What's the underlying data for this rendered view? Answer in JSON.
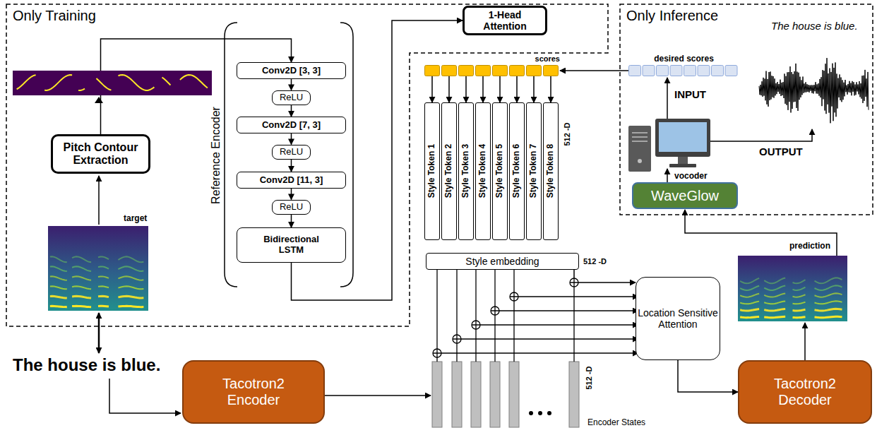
{
  "diagram": {
    "nodes": [
      {
        "text": [
          "Only Training"
        ]
      },
      {
        "text": [
          "Pitch Contour Extraction"
        ],
        "in": 0
      },
      {
        "text": [
          "Reference Encoder"
        ],
        "in": 0
      },
      {
        "text": [
          "Conv2D [3, 3]"
        ],
        "in": 2
      },
      {
        "text": [
          "ReLU"
        ],
        "in": 2
      },
      {
        "text": [
          "Conv2D [7, 3]"
        ],
        "in": 2
      },
      {
        "text": [
          "ReLU"
        ],
        "in": 2
      },
      {
        "text": [
          "Conv2D [11, 3]"
        ],
        "in": 2
      },
      {
        "text": [
          "ReLU"
        ],
        "in": 2
      },
      {
        "text": [
          "Bidirectional LSTM"
        ],
        "in": 2
      },
      {
        "text": [
          "1-Head Attention"
        ],
        "in": 0
      },
      {
        "text": [
          "scores"
        ]
      },
      {
        "text": [
          "Style Token 1"
        ]
      },
      {
        "text": [
          "Style Token 2"
        ]
      },
      {
        "text": [
          "Style Token 3"
        ]
      },
      {
        "text": [
          "Style Token 4"
        ]
      },
      {
        "text": [
          "Style Token 5"
        ]
      },
      {
        "text": [
          "Style Token 6"
        ]
      },
      {
        "text": [
          "Style Token 7"
        ]
      },
      {
        "text": [
          "Style Token 8"
        ]
      },
      {
        "text": [
          "Style embedding"
        ]
      },
      {
        "text": [
          "Only Inference"
        ]
      },
      {
        "text": [
          "desired scores"
        ],
        "in": 21
      },
      {
        "text": [
          "WaveGlow"
        ],
        "in": 21
      },
      {
        "text": [
          "Location Sensitive Attention"
        ]
      },
      {
        "text": [
          "Tacotron2 Encoder"
        ]
      },
      {
        "text": [
          "Tacotron2 Decoder"
        ]
      }
    ],
    "edges": [
      {
        "from": 1,
        "to": 3,
        "arrow": "to"
      },
      {
        "from": 3,
        "to": 4,
        "arrow": "to"
      },
      {
        "from": 4,
        "to": 5,
        "arrow": "to"
      },
      {
        "from": 5,
        "to": 6,
        "arrow": "to"
      },
      {
        "from": 6,
        "to": 7,
        "arrow": "to"
      },
      {
        "from": 7,
        "to": 8,
        "arrow": "to"
      },
      {
        "from": 8,
        "to": 9,
        "arrow": "to"
      },
      {
        "from": 9,
        "to": 10,
        "arrow": "to"
      },
      {
        "from": 11,
        "to": 12,
        "arrow": "to"
      },
      {
        "from": 11,
        "to": 13,
        "arrow": "to"
      },
      {
        "from": 11,
        "to": 14,
        "arrow": "to"
      },
      {
        "from": 11,
        "to": 15,
        "arrow": "to"
      },
      {
        "from": 11,
        "to": 16,
        "arrow": "to"
      },
      {
        "from": 11,
        "to": 17,
        "arrow": "to"
      },
      {
        "from": 11,
        "to": 18,
        "arrow": "to"
      },
      {
        "from": 11,
        "to": 19,
        "arrow": "to"
      },
      {
        "from": 22,
        "to": 11,
        "arrow": "to"
      },
      {
        "from": 20,
        "to": 24,
        "arrow": "to"
      },
      {
        "from": 24,
        "to": 26,
        "arrow": "to"
      }
    ],
    "labels": [
      "target",
      "The house is blue.",
      "512 -D",
      "512 -D",
      "512 -D",
      "Encoder States",
      "The house is blue.",
      "INPUT",
      "OUTPUT",
      "vocoder",
      "prediction"
    ]
  }
}
